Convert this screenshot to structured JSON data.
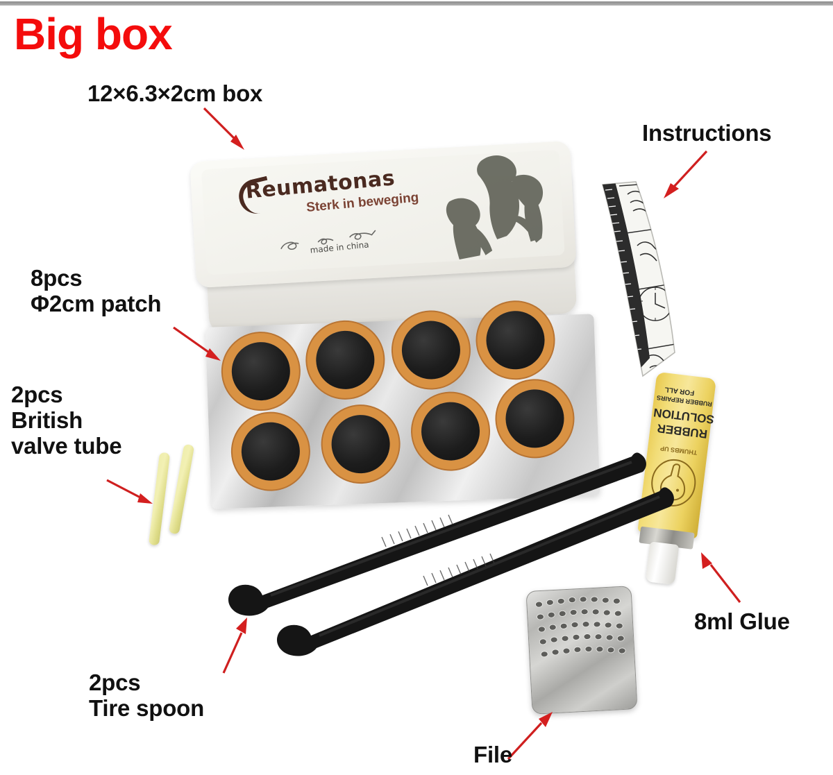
{
  "page": {
    "title_badge": "Big box",
    "background_color": "#ffffff",
    "accent_color": "#f40c0c",
    "arrow_color": "#cf1f1f"
  },
  "annotations": [
    {
      "id": "box-size",
      "text": "12×6.3×2cm box",
      "name": "callout-box-size"
    },
    {
      "id": "patch",
      "text": "8pcs\nΦ2cm patch",
      "name": "callout-patch"
    },
    {
      "id": "valve",
      "text": "2pcs\nBritish\nvalve tube",
      "name": "callout-valve-tube"
    },
    {
      "id": "spoon",
      "text": "2pcs\nTire spoon",
      "name": "callout-tire-spoon"
    },
    {
      "id": "instructions",
      "text": "Instructions",
      "name": "callout-instructions"
    },
    {
      "id": "glue",
      "text": "8ml Glue",
      "name": "callout-glue"
    },
    {
      "id": "file",
      "text": "File",
      "name": "callout-file"
    }
  ],
  "box": {
    "brand": "Reumatonas",
    "tagline": "Sterk in beweging",
    "origin": "made in china",
    "lid_color": "#f4f3ee",
    "brand_color": "#4a2a20",
    "tagline_color": "#7b4334"
  },
  "glue_tube": {
    "line1": "RUBBER",
    "line2": "SOLUTION",
    "line3": "FOR ALL",
    "line4": "RUBBER REPAIRS",
    "logo_text": "THUMBS UP",
    "body_color": "#f0d868"
  },
  "patches": {
    "count": 8,
    "rows": 2,
    "columns": 4,
    "center_color": "#1d1d1d",
    "ring_color": "#d99243",
    "foil_color": "#d5d5d5"
  },
  "valve_tubes": {
    "count": 2,
    "color": "#eeecab"
  },
  "tire_levers": {
    "count": 2,
    "color": "#161616"
  },
  "file_tool": {
    "hole_rows": 5,
    "hole_columns": 8,
    "color": "#bdbdba"
  }
}
